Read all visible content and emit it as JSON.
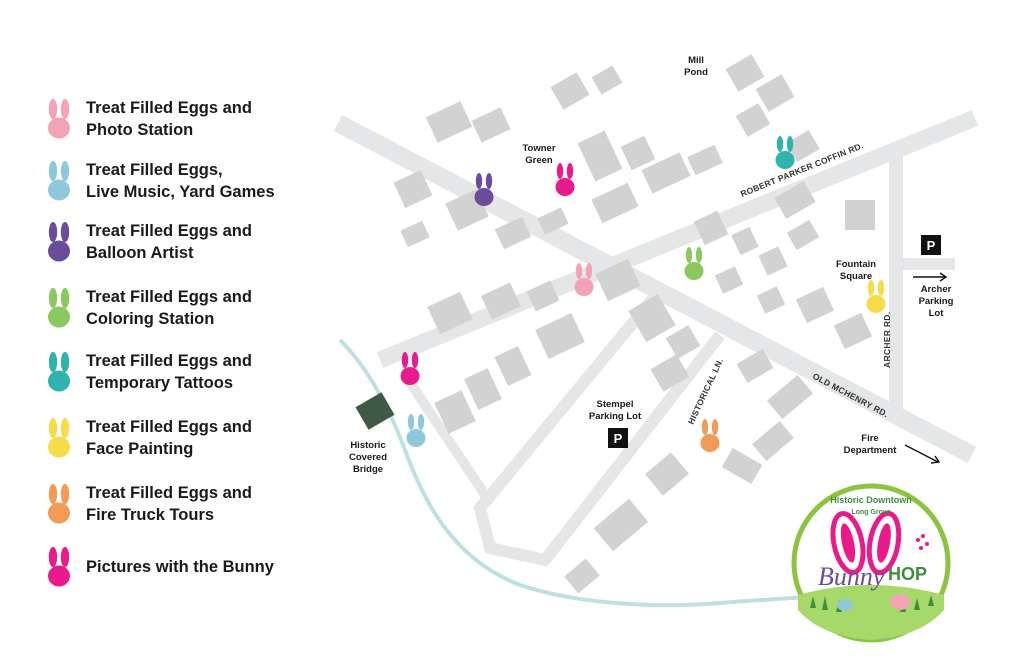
{
  "legend": {
    "items": [
      {
        "text": "Treat Filled Eggs and\nPhoto Station",
        "color": "#f4a3b4"
      },
      {
        "text": "Treat Filled Eggs,\nLive Music, Yard Games",
        "color": "#8fc8dc"
      },
      {
        "text": "Treat Filled Eggs and\nBalloon Artist",
        "color": "#6b4c9a"
      },
      {
        "text": "Treat Filled Eggs and\nColoring Station",
        "color": "#8cc860"
      },
      {
        "text": "Treat Filled Eggs and\nTemporary Tattoos",
        "color": "#2fb3ad"
      },
      {
        "text": "Treat Filled Eggs and\nFace Painting",
        "color": "#f7dc4a"
      },
      {
        "text": "Treat Filled Eggs and\nFire Truck Tours",
        "color": "#f39a55"
      },
      {
        "text": "Pictures with the Bunny",
        "color": "#ea1a8c"
      }
    ]
  },
  "map": {
    "labels": {
      "mill_pond": [
        "Mill",
        "Pond"
      ],
      "towner_green": [
        "Towner",
        "Green"
      ],
      "fountain_square": [
        "Fountain",
        "Square"
      ],
      "archer_parking": [
        "Archer",
        "Parking",
        "Lot"
      ],
      "stempel_parking": [
        "Stempel",
        "Parking Lot"
      ],
      "covered_bridge": [
        "Historic",
        "Covered",
        "Bridge"
      ],
      "fire_department": [
        "Fire",
        "Department"
      ]
    },
    "roads": {
      "robert_parker": "ROBERT PARKER COFFIN RD.",
      "old_mchenry": "OLD MCHENRY RD.",
      "archer": "ARCHER RD.",
      "historical": "HISTORICAL LN."
    },
    "parking_symbol": "P",
    "colors": {
      "road": "#e4e6e7",
      "building": "#d2d2d2",
      "creek": "#bfe0e3",
      "bridge": "#3e5a45"
    }
  },
  "logo": {
    "top_text": "Historic Downtown",
    "sub_text": "Long Grove",
    "word1": "Bunny",
    "word2": "HOP"
  }
}
